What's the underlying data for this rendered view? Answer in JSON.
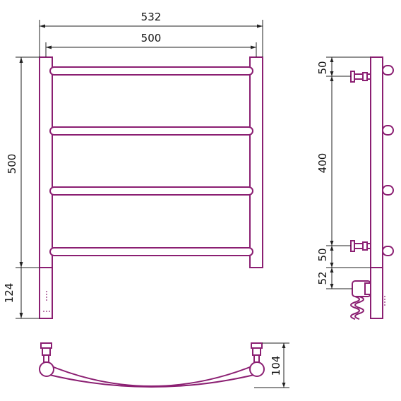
{
  "colors": {
    "main": "#8b1f72",
    "dimension": "#222222",
    "background": "#ffffff"
  },
  "dimensions": {
    "overall_width": "532",
    "center_distance": "500",
    "height": "500",
    "lower_extension": "124",
    "top_offset": "50",
    "connection_spacing": "400",
    "lower_offset": "50",
    "heater_offset": "52",
    "depth": "104"
  }
}
